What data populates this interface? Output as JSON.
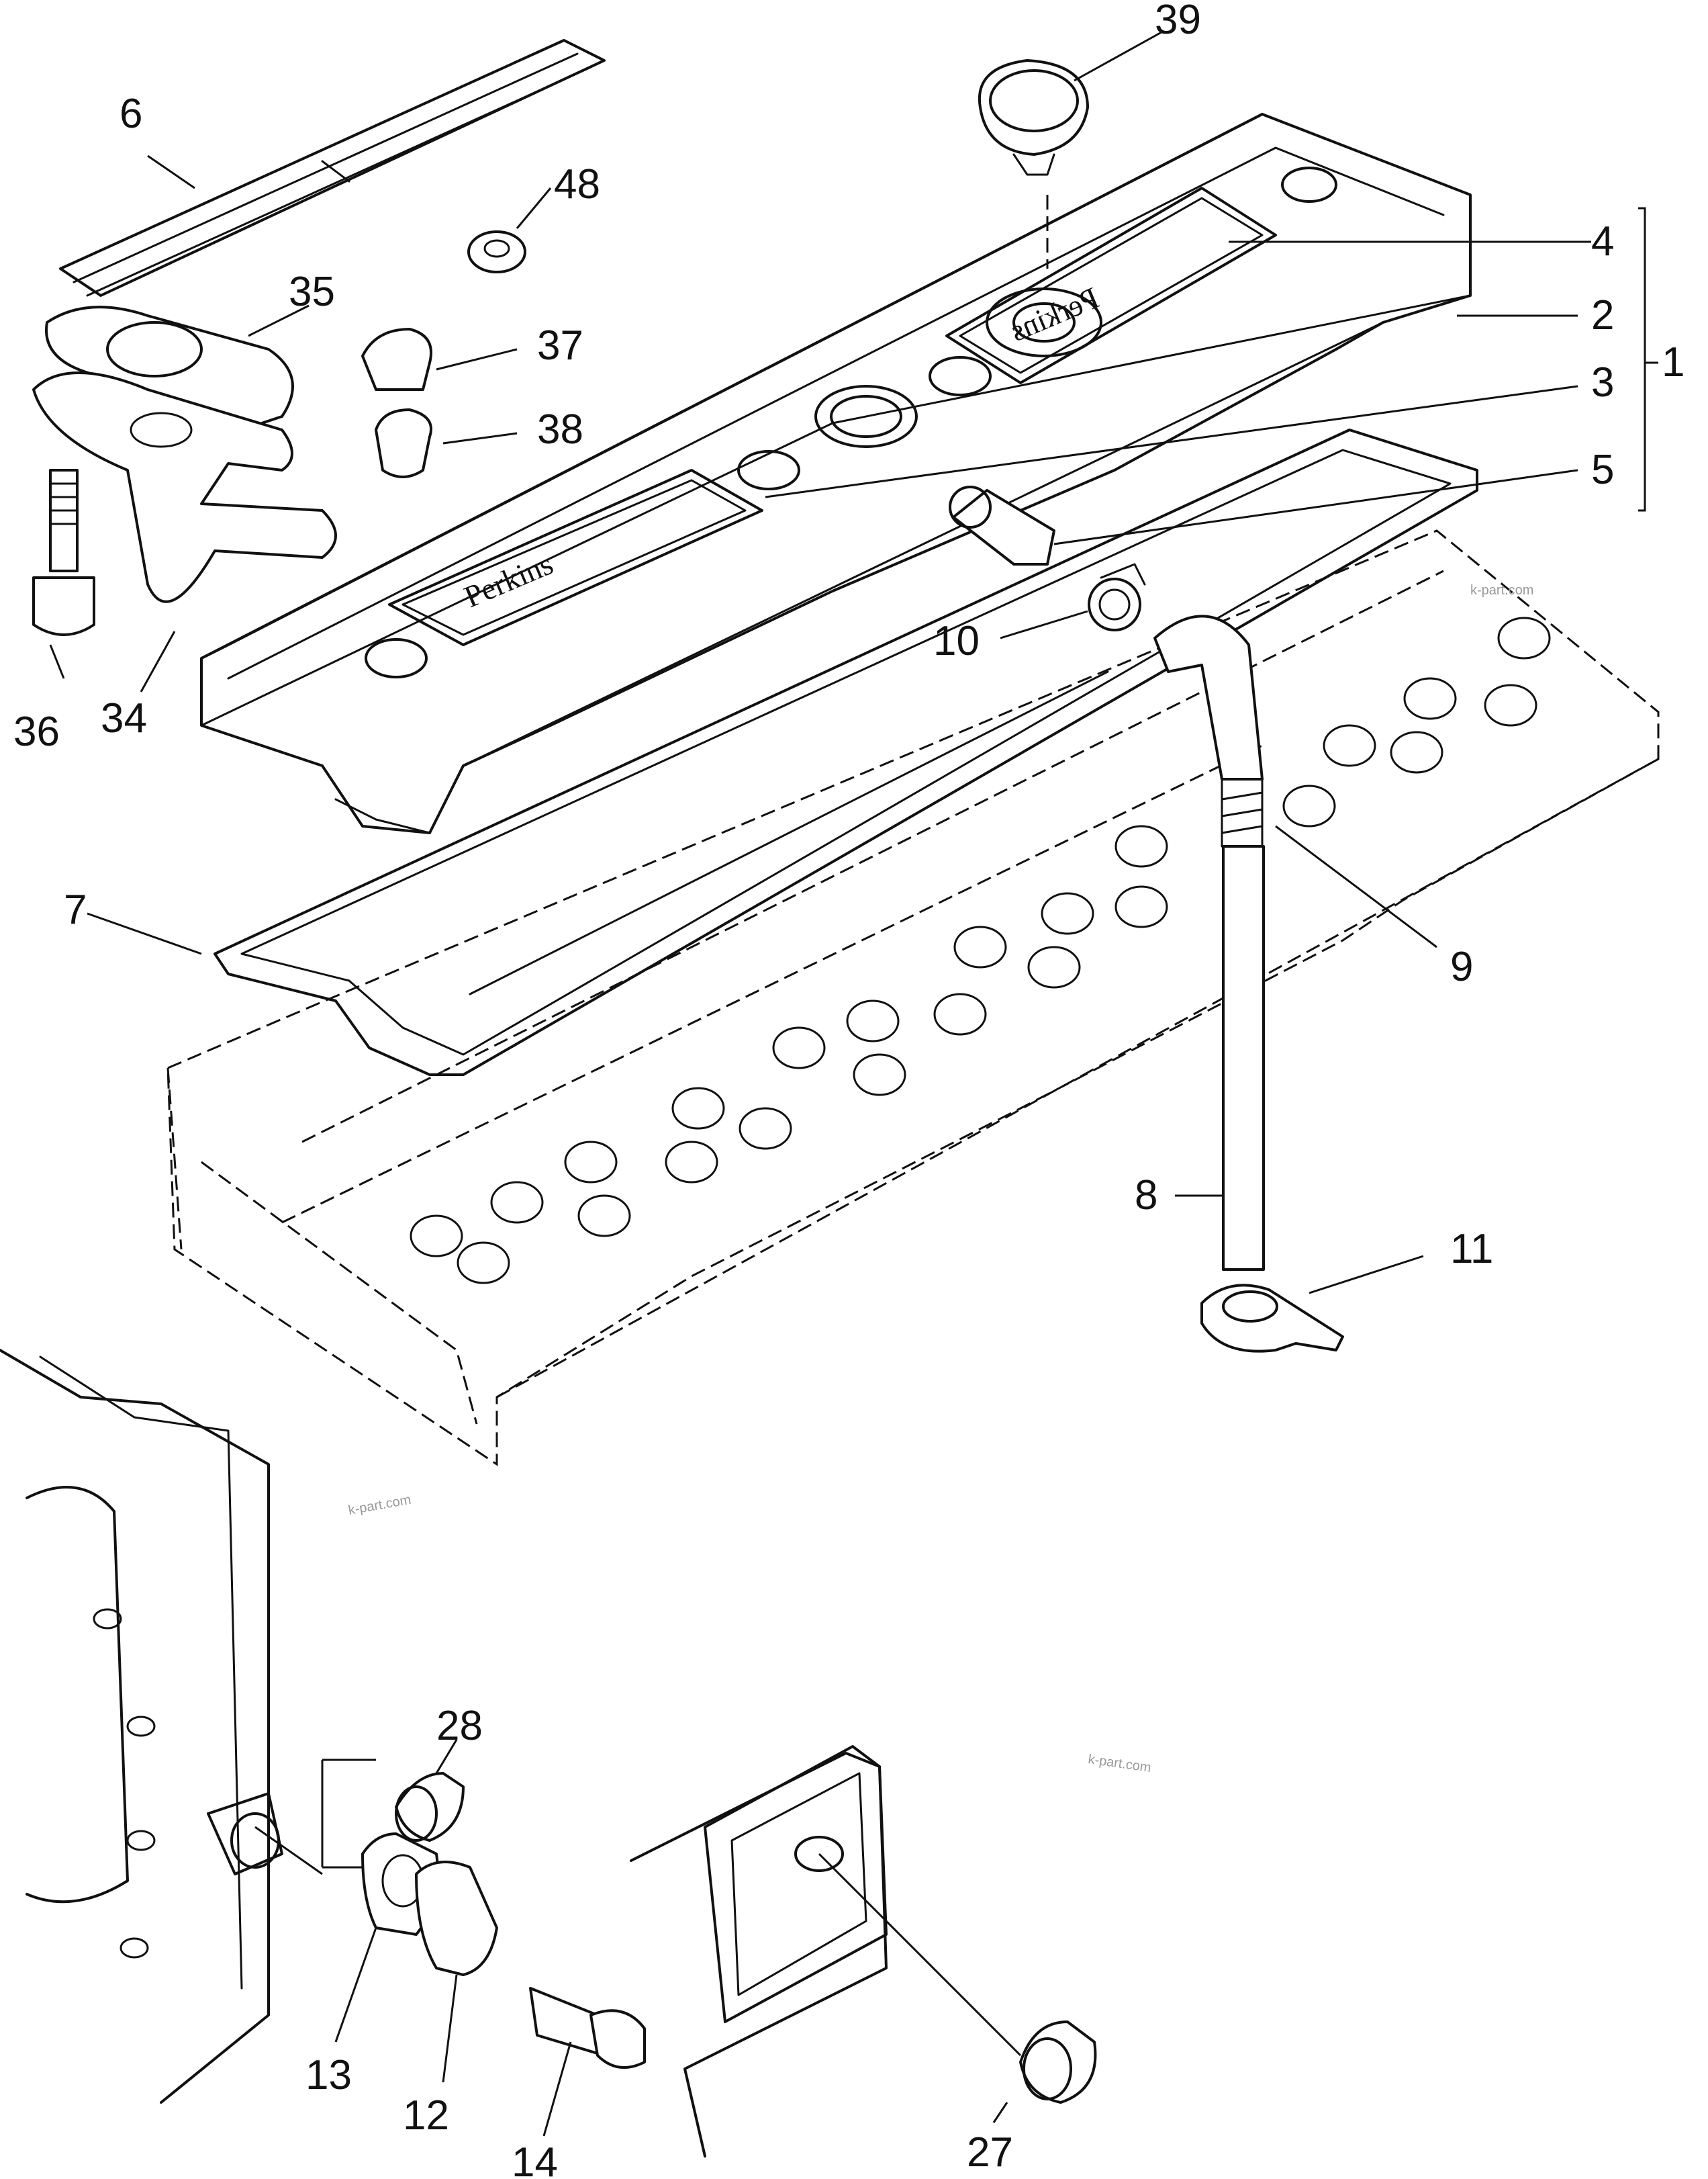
{
  "callouts": [
    {
      "id": "39",
      "label": "39"
    },
    {
      "id": "6",
      "label": "6"
    },
    {
      "id": "48",
      "label": "48"
    },
    {
      "id": "35",
      "label": "35"
    },
    {
      "id": "37",
      "label": "37"
    },
    {
      "id": "38",
      "label": "38"
    },
    {
      "id": "4",
      "label": "4"
    },
    {
      "id": "2",
      "label": "2"
    },
    {
      "id": "1",
      "label": "1"
    },
    {
      "id": "3",
      "label": "3"
    },
    {
      "id": "5",
      "label": "5"
    },
    {
      "id": "10",
      "label": "10"
    },
    {
      "id": "36",
      "label": "36"
    },
    {
      "id": "34",
      "label": "34"
    },
    {
      "id": "7",
      "label": "7"
    },
    {
      "id": "9",
      "label": "9"
    },
    {
      "id": "8",
      "label": "8"
    },
    {
      "id": "11",
      "label": "11"
    },
    {
      "id": "28",
      "label": "28"
    },
    {
      "id": "13",
      "label": "13"
    },
    {
      "id": "12",
      "label": "12"
    },
    {
      "id": "14",
      "label": "14"
    },
    {
      "id": "27",
      "label": "27"
    }
  ],
  "watermarks": [
    "k-part.com",
    "k-part.com",
    "k-part.com"
  ],
  "emboss_text": {
    "cover_plate": "Perkins",
    "rear_plate": "Perkins"
  }
}
